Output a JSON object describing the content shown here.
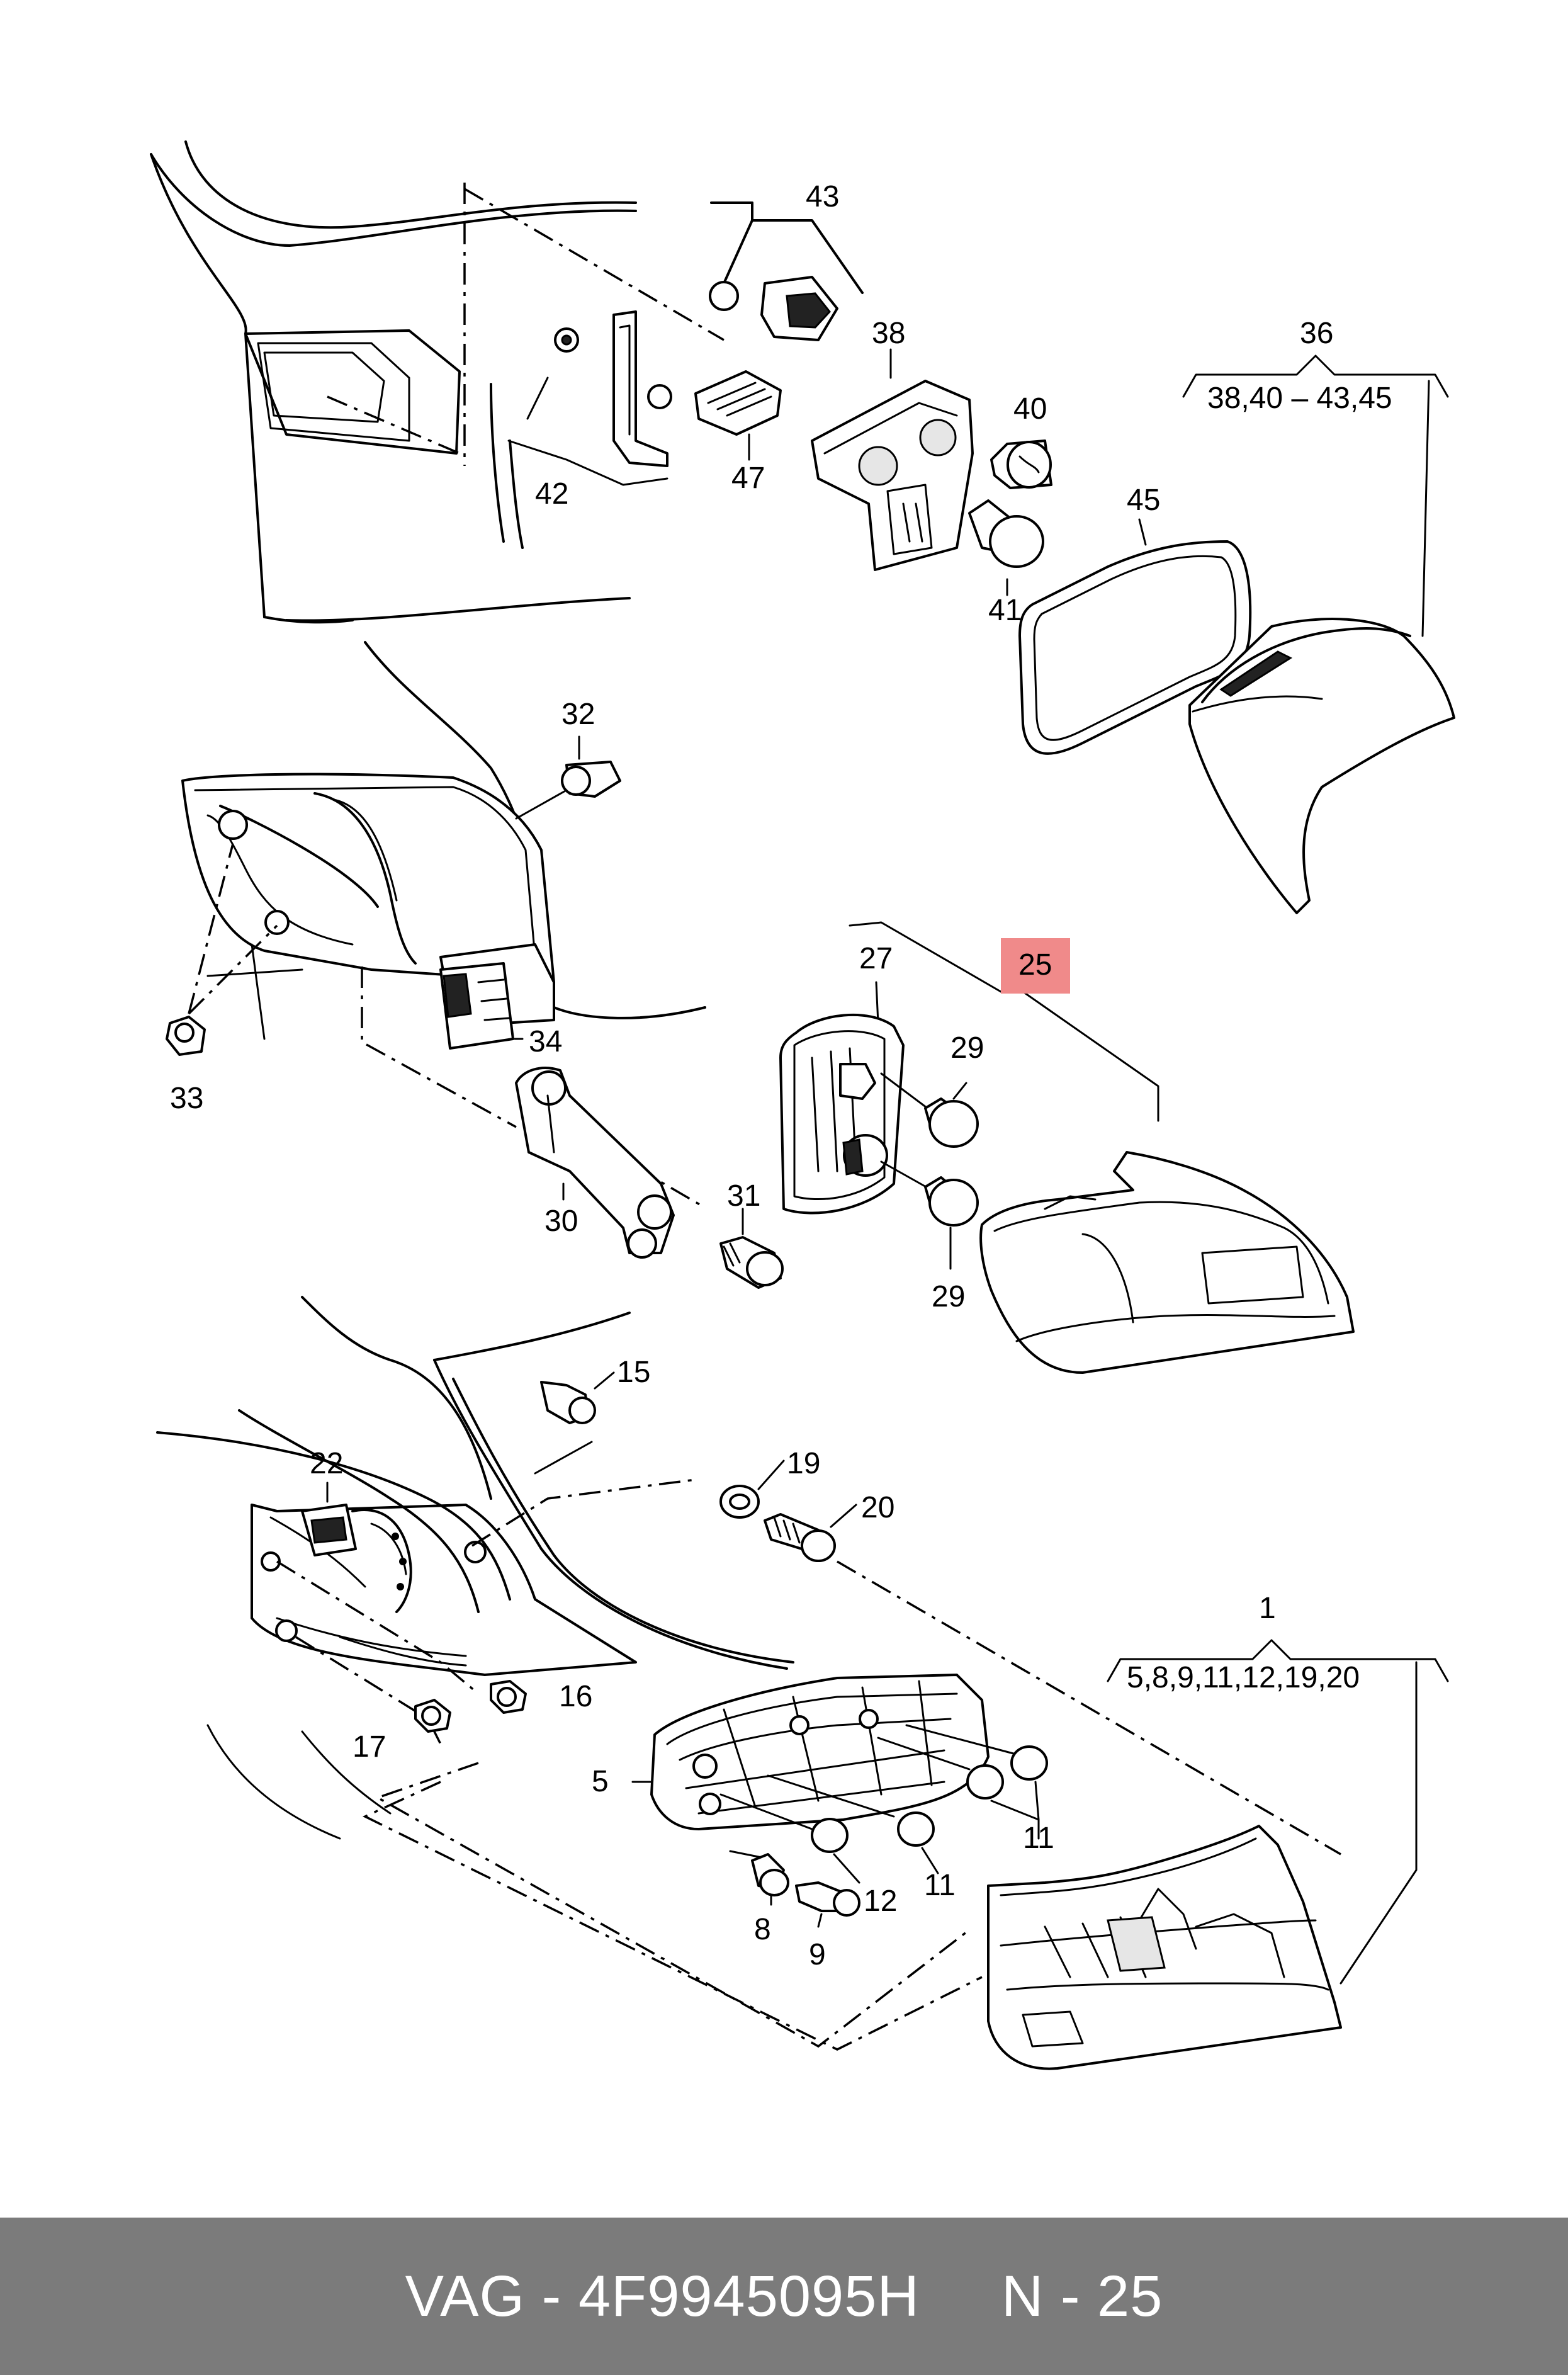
{
  "callouts": {
    "c1": "1",
    "c5": "5",
    "c8": "8",
    "c9": "9",
    "c11a": "11",
    "c11b": "11",
    "c12": "12",
    "c15": "15",
    "c16": "16",
    "c17": "17",
    "c19": "19",
    "c20": "20",
    "c22": "22",
    "c25": "25",
    "c27": "27",
    "c29a": "29",
    "c29b": "29",
    "c30": "30",
    "c31": "31",
    "c32": "32",
    "c33": "33",
    "c34": "34",
    "c36": "36",
    "c38": "38",
    "c40": "40",
    "c41": "41",
    "c42": "42",
    "c43": "43",
    "c45": "45",
    "c47": "47"
  },
  "groups": {
    "g36": "38,40 – 43,45",
    "g1": "5,8,9,11,12,19,20"
  },
  "highlight": {
    "part": "25",
    "color": "#f08a8a"
  },
  "footer": {
    "brand_part": "VAG - 4F9945095H",
    "ref": "N - 25",
    "background": "#7b7b7b"
  }
}
